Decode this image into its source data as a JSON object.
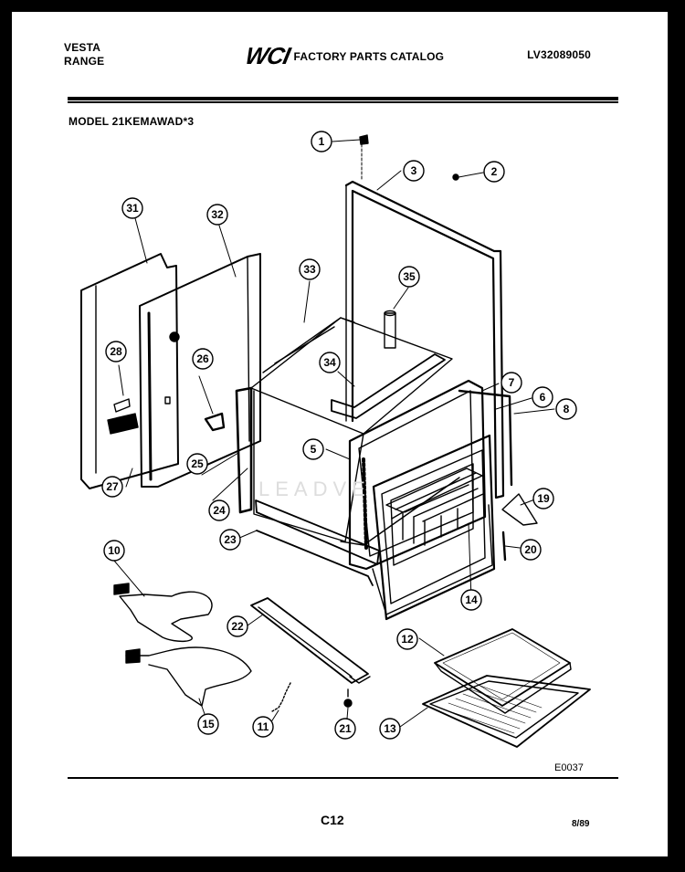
{
  "header": {
    "brand_line1": "VESTA",
    "brand_line2": "RANGE",
    "logo": "WCI",
    "title": "FACTORY PARTS CATALOG",
    "part_number": "LV32089050",
    "model": "MODEL 21KEMAWAD*3"
  },
  "diagram": {
    "callouts": [
      "1",
      "2",
      "3",
      "5",
      "6",
      "7",
      "8",
      "10",
      "11",
      "12",
      "13",
      "14",
      "15",
      "19",
      "20",
      "21",
      "22",
      "23",
      "24",
      "25",
      "26",
      "27",
      "28",
      "31",
      "32",
      "33",
      "34",
      "35"
    ],
    "code": "E0037"
  },
  "footer": {
    "page": "C12",
    "date": "8/89"
  }
}
